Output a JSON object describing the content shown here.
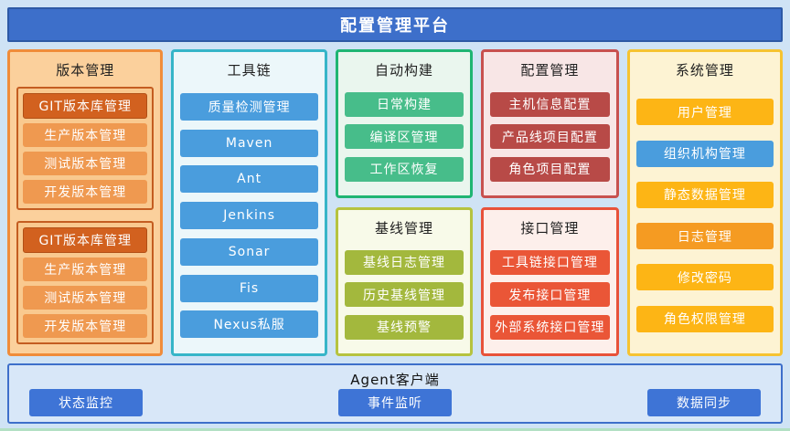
{
  "header": {
    "title": "配置管理平台"
  },
  "columns": {
    "version": {
      "title": "版本管理",
      "groups": [
        {
          "items": [
            "GIT版本库管理",
            "生产版本管理",
            "测试版本管理",
            "开发版本管理"
          ]
        },
        {
          "items": [
            "GIT版本库管理",
            "生产版本管理",
            "测试版本管理",
            "开发版本管理"
          ]
        }
      ]
    },
    "toolchain": {
      "title": "工具链",
      "items": [
        "质量检测管理",
        "Maven",
        "Ant",
        "Jenkins",
        "Sonar",
        "Fis",
        "Nexus私服"
      ]
    },
    "autobuild": {
      "title": "自动构建",
      "items": [
        "日常构建",
        "编译区管理",
        "工作区恢复"
      ]
    },
    "baseline": {
      "title": "基线管理",
      "items": [
        "基线日志管理",
        "历史基线管理",
        "基线预警"
      ]
    },
    "config": {
      "title": "配置管理",
      "items": [
        "主机信息配置",
        "产品线项目配置",
        "角色项目配置"
      ]
    },
    "interface": {
      "title": "接口管理",
      "items": [
        "工具链接口管理",
        "发布接口管理",
        "外部系统接口管理"
      ]
    },
    "system": {
      "title": "系统管理",
      "items": [
        "用户管理",
        "组织机构管理",
        "静态数据管理",
        "日志管理",
        "修改密码",
        "角色权限管理"
      ]
    }
  },
  "agent": {
    "title": "Agent客户端",
    "items": [
      "状态监控",
      "事件监听",
      "数据同步"
    ]
  },
  "colors": {
    "page_background": "#cfe3f5",
    "header_blue": "#3d6fca",
    "version_orange": "#f08c3a",
    "version_item_dark": "#d2611f",
    "version_item_light": "#ef9950",
    "toolchain_teal_border": "#36b5c8",
    "toolchain_item_blue": "#4a9ddd",
    "autobuild_green": "#47bd8a",
    "baseline_olive": "#a3b83d",
    "config_dark_red": "#b84a47",
    "interface_orange_red": "#ea5637",
    "system_gold": "#fdb515",
    "system_orange": "#f59b22",
    "agent_button_blue": "#3e74d6"
  }
}
